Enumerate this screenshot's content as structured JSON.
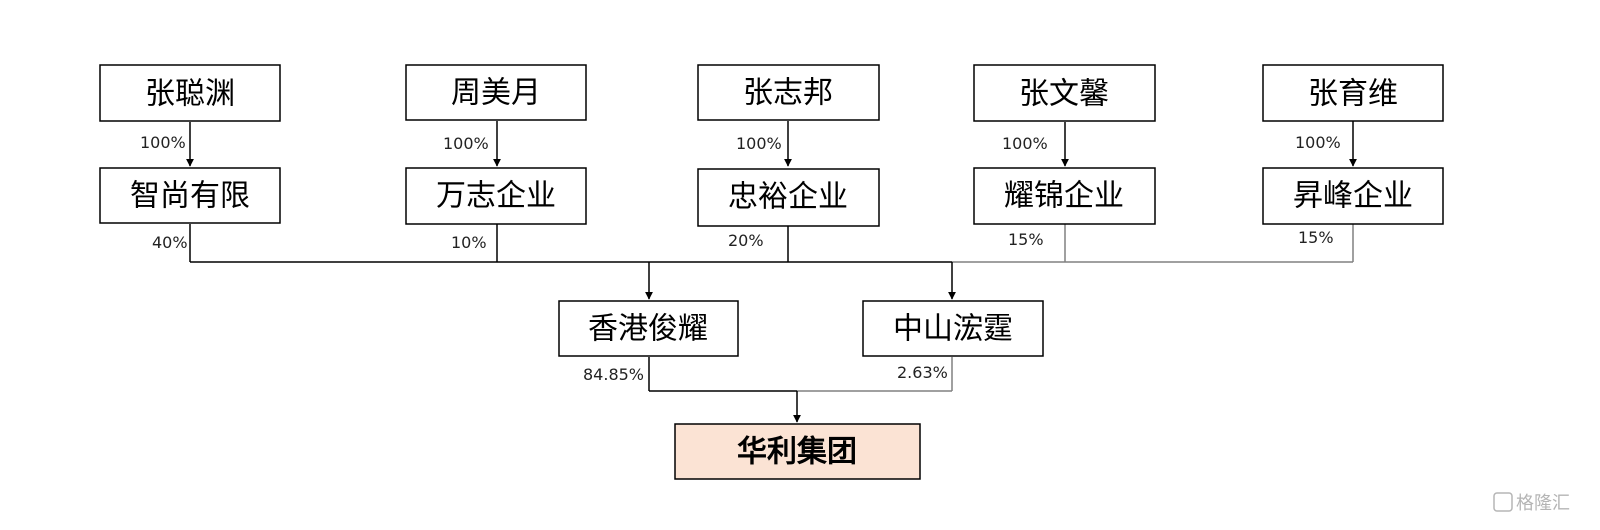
{
  "diagram": {
    "owners": [
      {
        "id": "o1",
        "label": "张聪渊"
      },
      {
        "id": "o2",
        "label": "周美月"
      },
      {
        "id": "o3",
        "label": "张志邦"
      },
      {
        "id": "o4",
        "label": "张文馨"
      },
      {
        "id": "o5",
        "label": "张育维"
      }
    ],
    "holdcos": [
      {
        "id": "h1",
        "label": "智尚有限"
      },
      {
        "id": "h2",
        "label": "万志企业"
      },
      {
        "id": "h3",
        "label": "忠裕企业"
      },
      {
        "id": "h4",
        "label": "耀锦企业"
      },
      {
        "id": "h5",
        "label": "昇峰企业"
      }
    ],
    "owner_stakes": [
      "100%",
      "100%",
      "100%",
      "100%",
      "100%"
    ],
    "holdco_stakes": [
      "40%",
      "10%",
      "20%",
      "15%",
      "15%"
    ],
    "intermediates": [
      {
        "id": "m1",
        "label": "香港俊耀",
        "stake": "84.85%"
      },
      {
        "id": "m2",
        "label": "中山浤霆",
        "stake": "2.63%"
      }
    ],
    "target": {
      "label": "华利集团",
      "fill": "#fbe3d4"
    },
    "line_color": "#000000",
    "line_color_secondary": "#808080"
  },
  "watermark": "格隆汇"
}
